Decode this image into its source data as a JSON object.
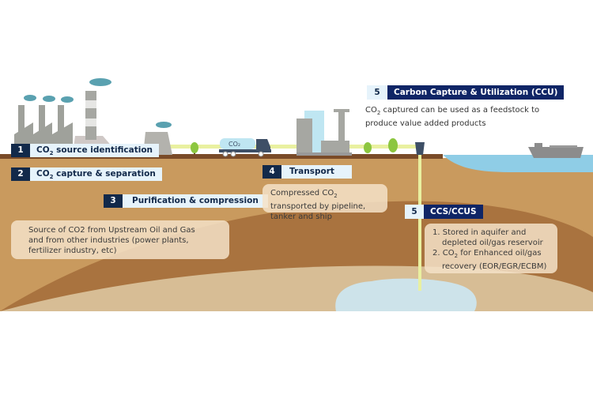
{
  "steps": {
    "s1": {
      "num": "1",
      "label_pre": "CO",
      "label_sub": "2",
      "label_post": " source identification"
    },
    "s2": {
      "num": "2",
      "label_pre": "CO",
      "label_sub": "2",
      "label_post": " capture & separation"
    },
    "s3": {
      "num": "3",
      "label": "Purification & compression"
    },
    "s4": {
      "num": "4",
      "label": "Transport"
    },
    "s5a": {
      "num": "5",
      "label": "Carbon Capture & Utilization (CCU)"
    },
    "s5b": {
      "num": "5",
      "label": "CCS/CCUS"
    }
  },
  "notes": {
    "source": "Source of CO2 from Upstream Oil and Gas and from other industries (power plants, fertilizer industry, etc)",
    "transport_pre": "Compressed CO",
    "transport_sub": "2",
    "transport_post": " transported by pipeline, tanker and ship",
    "ccu_pre": "CO",
    "ccu_sub": "2",
    "ccu_post": " captured can be used as a feedstock to produce value added products",
    "ccs_item1": "1. Stored in aquifer and depleted oil/gas reservoir",
    "ccs_item2_num": "2. ",
    "ccs_item2_pre": "CO",
    "ccs_item2_sub": "2",
    "ccs_item2_post": " for Enhanced oil/gas recovery (EOR/EGR/ECBM)"
  },
  "truck_label": "CO₂",
  "colors": {
    "navy": "#12294a",
    "ccu_navy": "#0f2566",
    "label_bg": "#e6f3fb",
    "earth": "#c99a5e",
    "soil_dark": "#a9733f",
    "sea": "#8fcde6",
    "pipeline": "#e9f0a0"
  }
}
